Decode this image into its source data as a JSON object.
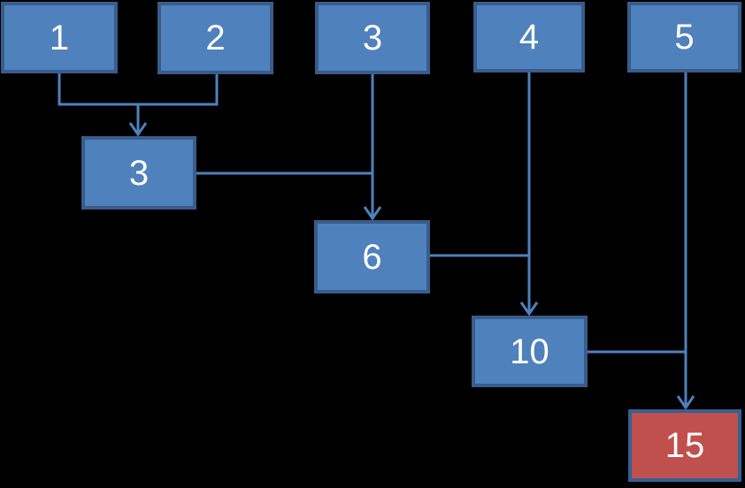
{
  "page": {
    "background": "#000000",
    "description": "Cumulative sum flowchart: inputs 1-5 accumulate into running totals 3, 6, 10 and final result 15"
  },
  "colors": {
    "node_fill": "#4F81BD",
    "node_border": "#385D8A",
    "result_fill": "#C0504D",
    "result_border": "#366092",
    "connector": "#4E81BD",
    "label_text": "#FFFFFF",
    "page_bg": "#000000"
  },
  "diagram": {
    "nodes": [
      {
        "id": "input-1",
        "label": "1",
        "role": "input"
      },
      {
        "id": "input-2",
        "label": "2",
        "role": "input"
      },
      {
        "id": "input-3",
        "label": "3",
        "role": "input"
      },
      {
        "id": "input-4",
        "label": "4",
        "role": "input"
      },
      {
        "id": "input-5",
        "label": "5",
        "role": "input"
      },
      {
        "id": "sum-3",
        "label": "3",
        "role": "sum"
      },
      {
        "id": "sum-6",
        "label": "6",
        "role": "sum"
      },
      {
        "id": "sum-10",
        "label": "10",
        "role": "sum"
      },
      {
        "id": "sum-15",
        "label": "15",
        "role": "result"
      }
    ],
    "edges": [
      {
        "from": [
          "input-1",
          "input-2"
        ],
        "to": "sum-3"
      },
      {
        "from": [
          "sum-3",
          "input-3"
        ],
        "to": "sum-6"
      },
      {
        "from": [
          "sum-6",
          "input-4"
        ],
        "to": "sum-10"
      },
      {
        "from": [
          "sum-10",
          "input-5"
        ],
        "to": "sum-15"
      }
    ]
  }
}
